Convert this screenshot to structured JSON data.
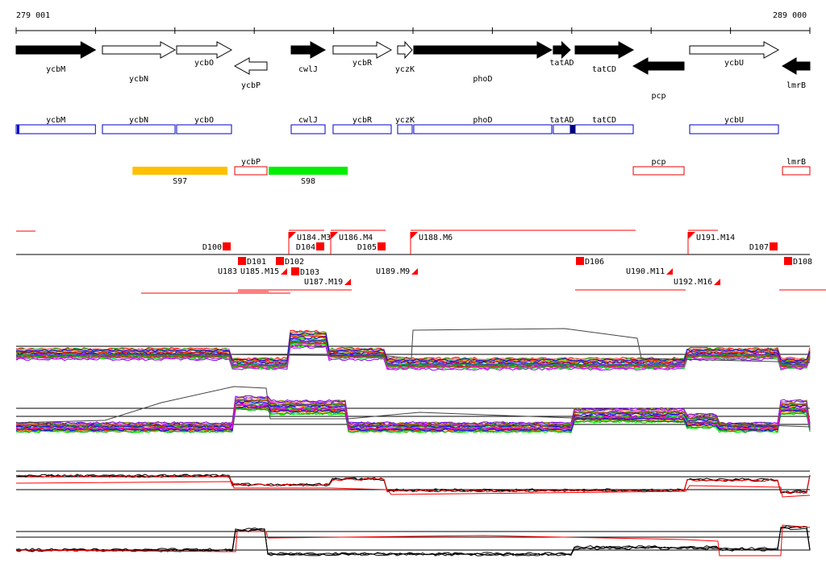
{
  "ruler": {
    "start_label": "279 001",
    "end_label": "289 000",
    "start": 279001,
    "end": 289000
  },
  "genes": [
    {
      "name": "ycbM",
      "start": 279001,
      "end": 280000,
      "strand": "+",
      "fill": "black"
    },
    {
      "name": "ycbN",
      "start": 280088,
      "end": 281003,
      "strand": "+",
      "fill": "white"
    },
    {
      "name": "ycbO",
      "start": 281023,
      "end": 281714,
      "strand": "+",
      "fill": "white"
    },
    {
      "name": "ycbP",
      "start": 281755,
      "end": 282161,
      "strand": "-",
      "fill": "white"
    },
    {
      "name": "cwlJ",
      "start": 282466,
      "end": 282893,
      "strand": "+",
      "fill": "black"
    },
    {
      "name": "ycbR",
      "start": 282994,
      "end": 283726,
      "strand": "+",
      "fill": "white"
    },
    {
      "name": "yczK",
      "start": 283807,
      "end": 283990,
      "strand": "+",
      "fill": "white"
    },
    {
      "name": "phoD",
      "start": 284010,
      "end": 285748,
      "strand": "+",
      "fill": "black"
    },
    {
      "name": "tatAD",
      "start": 285768,
      "end": 285982,
      "strand": "+",
      "fill": "black"
    },
    {
      "name": "tatCD",
      "start": 286043,
      "end": 286775,
      "strand": "+",
      "fill": "black"
    },
    {
      "name": "pcp",
      "start": 286775,
      "end": 287415,
      "strand": "-",
      "fill": "black"
    },
    {
      "name": "ycbU",
      "start": 287486,
      "end": 288604,
      "strand": "+",
      "fill": "white"
    },
    {
      "name": "lmrB",
      "start": 288655,
      "end": 289000,
      "strand": "-",
      "fill": "black"
    }
  ],
  "cds_boxes": [
    "ycbM",
    "ycbN",
    "ycbO",
    "cwlJ",
    "ycbR",
    "yczK",
    "phoD",
    "tatAD",
    "tatCD",
    "ycbU"
  ],
  "regions": [
    {
      "name": "S97",
      "start": 280467,
      "end": 281663,
      "color": "#ffc000"
    },
    {
      "name": "S98",
      "start": 282182,
      "end": 283178,
      "color": "#00ee00"
    }
  ],
  "minus_boxes": [
    "ycbP",
    "pcp",
    "lmrB"
  ],
  "features": [
    {
      "label": "D100",
      "side": "up"
    },
    {
      "label": "U184.M3",
      "side": "up"
    },
    {
      "label": "D104",
      "side": "up"
    },
    {
      "label": "U186.M4",
      "side": "up"
    },
    {
      "label": "D105",
      "side": "up"
    },
    {
      "label": "U188.M6",
      "side": "up"
    },
    {
      "label": "U191.M14",
      "side": "up"
    },
    {
      "label": "D107",
      "side": "up"
    },
    {
      "label": "D101",
      "side": "down"
    },
    {
      "label": "U183",
      "side": "down"
    },
    {
      "label": "U185.M15",
      "side": "down"
    },
    {
      "label": "D102",
      "side": "down"
    },
    {
      "label": "D103",
      "side": "down"
    },
    {
      "label": "U187.M19",
      "side": "down"
    },
    {
      "label": "U189.M9",
      "side": "down"
    },
    {
      "label": "D106",
      "side": "down"
    },
    {
      "label": "U190.M11",
      "side": "down"
    },
    {
      "label": "U192.M16",
      "side": "down"
    },
    {
      "label": "D108",
      "side": "down"
    }
  ],
  "colors": {
    "cds": "#0000cc",
    "feature": "#ff0000"
  }
}
